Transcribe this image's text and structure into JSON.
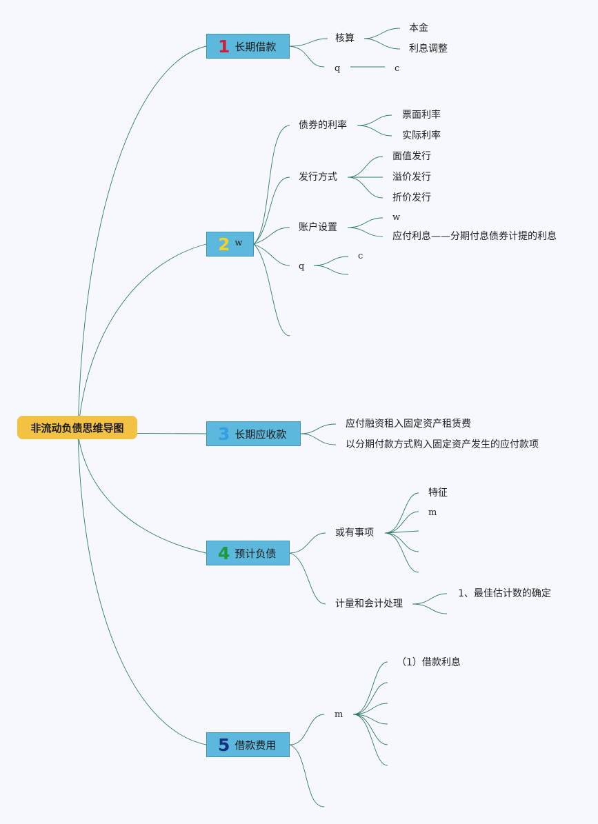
{
  "root": {
    "label": "非流动负债思维导图"
  },
  "branches": [
    {
      "number": "1",
      "label": "长期借款",
      "color": "#c8223e"
    },
    {
      "number": "2",
      "label": "w",
      "color": "#f2d12a"
    },
    {
      "number": "3",
      "label": "长期应收款",
      "color": "#2f9fe6"
    },
    {
      "number": "4",
      "label": "预计负债",
      "color": "#1e9a3c"
    },
    {
      "number": "5",
      "label": "借款费用",
      "color": "#16307f"
    }
  ],
  "b1": {
    "node_a": "核算",
    "node_a_children": [
      "本金",
      "利息调整"
    ],
    "node_b": "q",
    "node_b_child": "c"
  },
  "b2": {
    "rate": "债券的利率",
    "rate_children": [
      "票面利率",
      "实际利率"
    ],
    "issue": "发行方式",
    "issue_children": [
      "面值发行",
      "溢价发行",
      "折价发行"
    ],
    "account": "账户设置",
    "account_children": [
      "w",
      "应付利息——分期付息债券计提的利息"
    ],
    "q": "q",
    "q_child": "c"
  },
  "b3": {
    "children": [
      "应付融资租入固定资产租赁费",
      "以分期付款方式购入固定资产发生的应付款项"
    ]
  },
  "b4": {
    "contingency": "或有事项",
    "contingency_children": [
      "特征",
      "m"
    ],
    "measure": "计量和会计处理",
    "measure_child": "1、最佳估计数的确定"
  },
  "b5": {
    "m": "m",
    "m_child": "（1）借款利息"
  }
}
